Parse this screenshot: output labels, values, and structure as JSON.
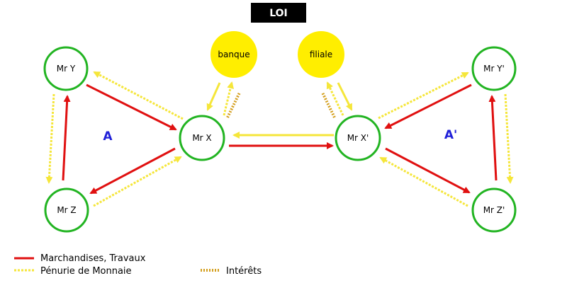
{
  "title": "LOI",
  "nodes": {
    "mr_y": "Mr Y",
    "mr_z": "Mr Z",
    "mr_x": "Mr X",
    "banque": "banque",
    "filiale": "filiale",
    "mr_x2": "Mr X'",
    "mr_y2": "Mr Y'",
    "mr_z2": "Mr Z'"
  },
  "groups": {
    "left": "A",
    "right": "A'"
  },
  "legend": {
    "goods": "Marchandises, Travaux",
    "shortage": "Pénurie de Monnaie",
    "interest": "Intérêts"
  },
  "colors": {
    "goods": "#e01010",
    "shortage": "#f5e63a",
    "interest": "#d4a020",
    "node_border": "#22b422",
    "yellow_node": "#ffee00",
    "group_label": "#1f1fd8",
    "title_bg": "#000000"
  }
}
